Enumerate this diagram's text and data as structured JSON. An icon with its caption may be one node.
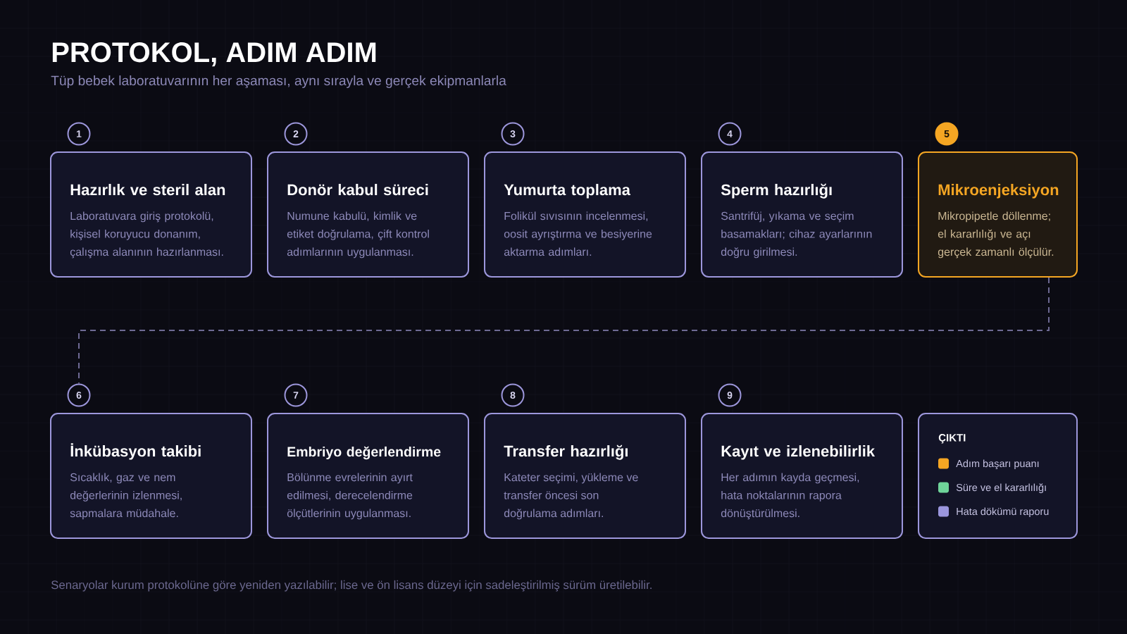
{
  "diagram": {
    "title": "PROTOKOL, ADIM ADIM",
    "caption": "Senaryolar kurum protokolüne göre yeniden yazılabilir; lise ve ön lisans düzeyi için sadeleştirilmiş sürüm üretilebilir.",
    "nodes": [
      {
        "text": [
          "1"
        ]
      },
      {
        "text": [
          "Hazırlık ve steril alan",
          "Laboratuvara giriş protokolü, kişisel koruyucu donanım, çalışma alanının hazırlanması."
        ]
      },
      {
        "text": [
          "2"
        ]
      },
      {
        "text": [
          "Donör kabul süreci",
          "Numune kabulü, kimlik ve etiket doğrulama, çift kontrol adımlarının uygulanması."
        ]
      },
      {
        "text": [
          "3"
        ]
      },
      {
        "text": [
          "Yumurta toplama",
          "Folikül sıvısının incelenmesi, oosit ayrıştırma ve besiyerine aktarma adımları."
        ]
      },
      {
        "text": [
          "4"
        ]
      },
      {
        "text": [
          "Sperm hazırlığı",
          "Santrifüj, yıkama ve seçim basamakları; cihaz ayarlarının doğru girilmesi."
        ]
      },
      {
        "text": [
          "5"
        ]
      },
      {
        "text": [
          "Mikroenjeksiyon",
          "Mikropipetle döllenme; el kararlılığı ve açı gerçek zamanlı ölçülür."
        ]
      },
      {
        "text": [
          "6"
        ]
      },
      {
        "text": [
          "İnkübasyon takibi",
          "Sıcaklık, gaz ve nem değerlerinin izlenmesi, sapmalara müdahale."
        ]
      },
      {
        "text": [
          "7"
        ]
      },
      {
        "text": [
          "Embriyo değerlendirme",
          "Bölünme evrelerinin ayırt edilmesi, derecelendirme ölçütlerinin uygulanması."
        ]
      },
      {
        "text": [
          "8"
        ]
      },
      {
        "text": [
          "Transfer hazırlığı",
          "Kateter seçimi, yükleme ve transfer öncesi son doğrulama adımları."
        ]
      },
      {
        "text": [
          "9"
        ]
      },
      {
        "text": [
          "Kayıt ve izlenebilirlik",
          "Her adımın kayda geçmesi, hata noktalarının rapora dönüştürülmesi."
        ]
      },
      {
        "text": [
          "ÇIKTI"
        ]
      }
    ],
    "edges": [
      {
        "from": 9,
        "to": 10,
        "arrow": "none",
        "style": "dashed"
      }
    ],
    "labels": [
      "Tüp bebek laboratuvarının her aşaması, aynı sırayla ve gerçek ekipmanlarla"
    ],
    "legend": [
      {
        "text": "Adım başarı puanı",
        "color": "#f5a623"
      },
      {
        "text": "Süre ve el kararlılığı",
        "color": "#6fd49a"
      },
      {
        "text": "Hata dökümü raporu",
        "color": "#9b96dd"
      }
    ]
  }
}
